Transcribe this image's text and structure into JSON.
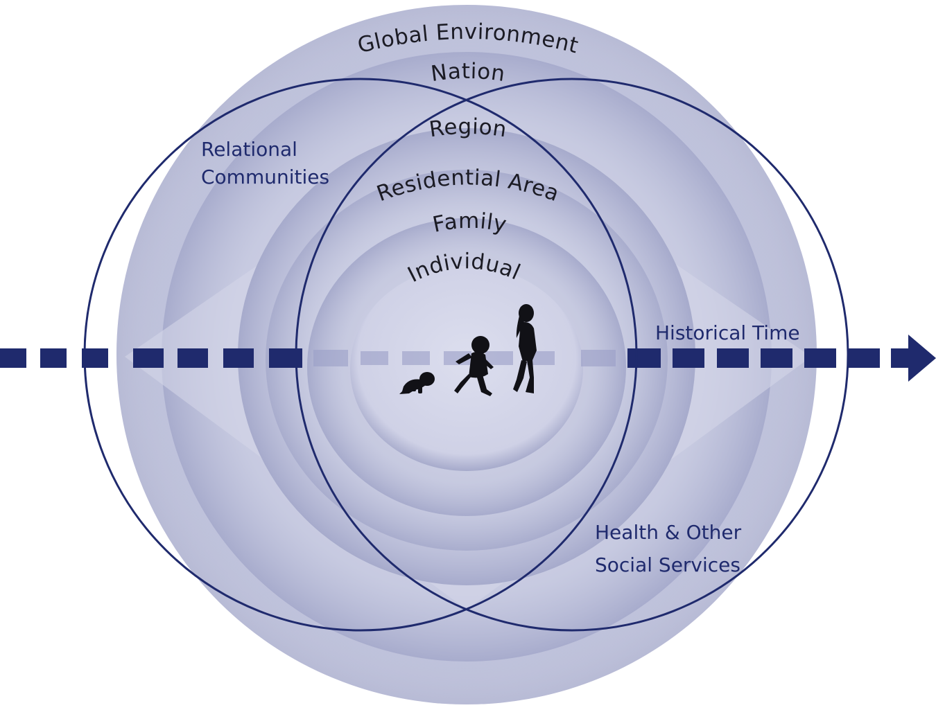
{
  "layers": [
    {
      "id": "global-environment",
      "label": "Global Environment"
    },
    {
      "id": "nation",
      "label": "Nation"
    },
    {
      "id": "region",
      "label": "Region"
    },
    {
      "id": "residential-area",
      "label": "Residential Area"
    },
    {
      "id": "family",
      "label": "Family"
    },
    {
      "id": "individual",
      "label": "Individual"
    }
  ],
  "overlays": {
    "relational_communities": {
      "line1": "Relational",
      "line2": "Communities"
    },
    "health_services": {
      "line1": "Health & Other",
      "line2": "Social Services"
    },
    "historical_time": "Historical Time"
  },
  "life_stages": [
    "baby-crawling-icon",
    "child-running-icon",
    "adult-woman-icon"
  ],
  "colors": {
    "navy": "#1f2a6d",
    "layer_fill": "#c9cce2",
    "layer_shade": "#8f94bd",
    "text": "#1b1b24"
  }
}
